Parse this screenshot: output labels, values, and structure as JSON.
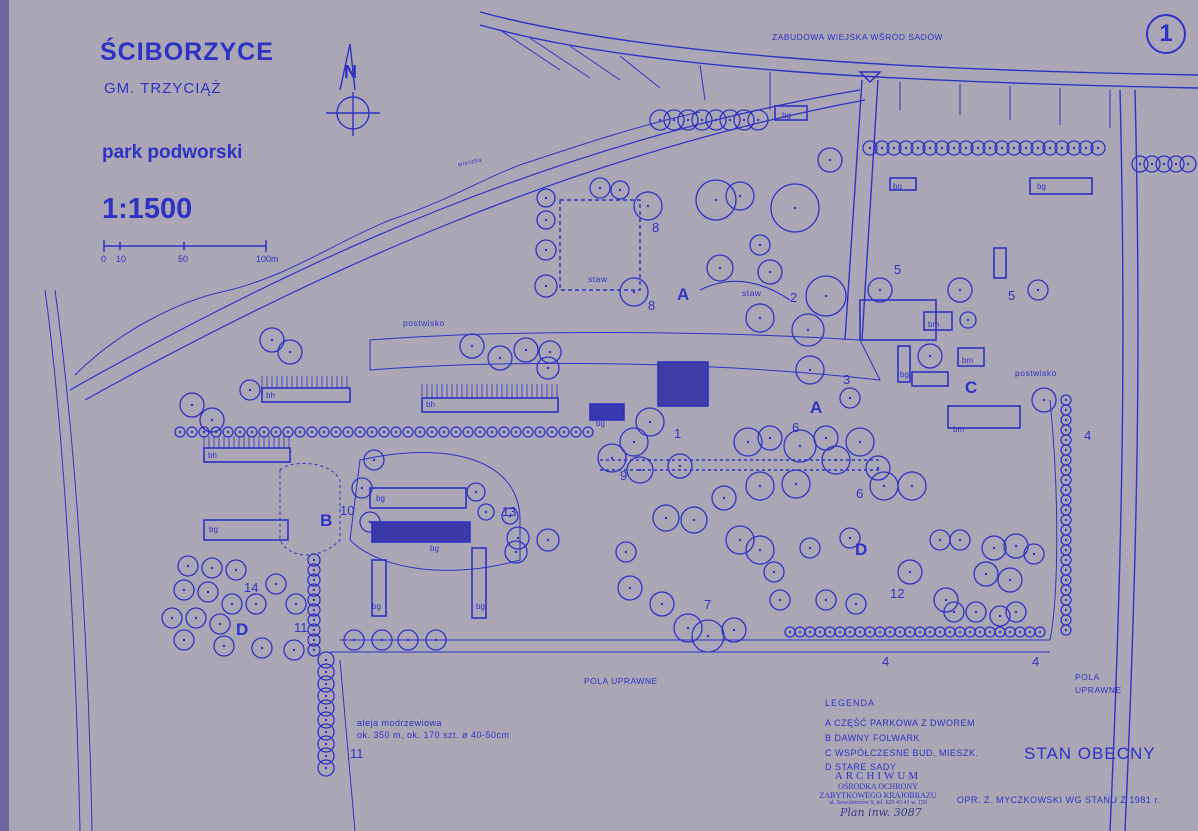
{
  "header": {
    "title": "ŚCIBORZYCE",
    "subtitle": "GM. TRZYCIĄŻ",
    "park_label": "park podworski",
    "scale": "1:1500",
    "scalebar": [
      "0",
      "10",
      "50",
      "100m"
    ],
    "north": "N",
    "sheet_number": "1"
  },
  "labels": {
    "village": "ZABUDOWA WIEJSKA WŚRÓD SADÓW",
    "pola1": "POLA UPRAWNE",
    "pola2a": "POLA",
    "pola2b": "UPRAWNE",
    "postwisko1": "postwisko",
    "postwisko2": "postwisko",
    "staw1": "staw",
    "staw2": "staw",
    "wierzba": "wierzba",
    "aleja1": "aleja modrzewiowa",
    "aleja2": "ok. 350 m, ok. 170 szt. ø 40-50cm",
    "stan": "STAN OBECNY",
    "opr": "OPR. Z. MYCZKOWSKI  WG STANU Z 1981 r."
  },
  "zones": [
    "A",
    "A",
    "B",
    "C",
    "D",
    "D"
  ],
  "numbers": [
    "1",
    "2",
    "3",
    "4",
    "4",
    "4",
    "5",
    "5",
    "6",
    "6",
    "7",
    "8",
    "8",
    "9",
    "10",
    "11",
    "11",
    "12",
    "13",
    "14"
  ],
  "buildings": [
    "bg",
    "bg",
    "bg",
    "bg",
    "bg",
    "bg",
    "bg",
    "bg",
    "bg",
    "bg",
    "bh",
    "bh",
    "bh",
    "bm",
    "bm",
    "bm"
  ],
  "legend": {
    "title": "LEGENDA",
    "items": [
      "A  CZĘŚĆ PARKOWA Z DWOREM",
      "B  DAWNY FOLWARK",
      "C  WSPÓŁCZESNE BUD. MIESZK.",
      "D  STARE  SADY"
    ]
  },
  "stamp": {
    "line1": "ARCHIWUM",
    "line2": "OŚRODKA OCHRONY",
    "line3": "ZABYTKOWEGO KRAJOBRAZU",
    "line4": "ul. Szwoleżerów 9, tel. 629 43 41 w. 150",
    "handwritten": "Plan inw. 3087"
  },
  "colors": {
    "ink": "#2e31c2",
    "paper": "#aba6b5",
    "edge": "#6f67a3"
  }
}
